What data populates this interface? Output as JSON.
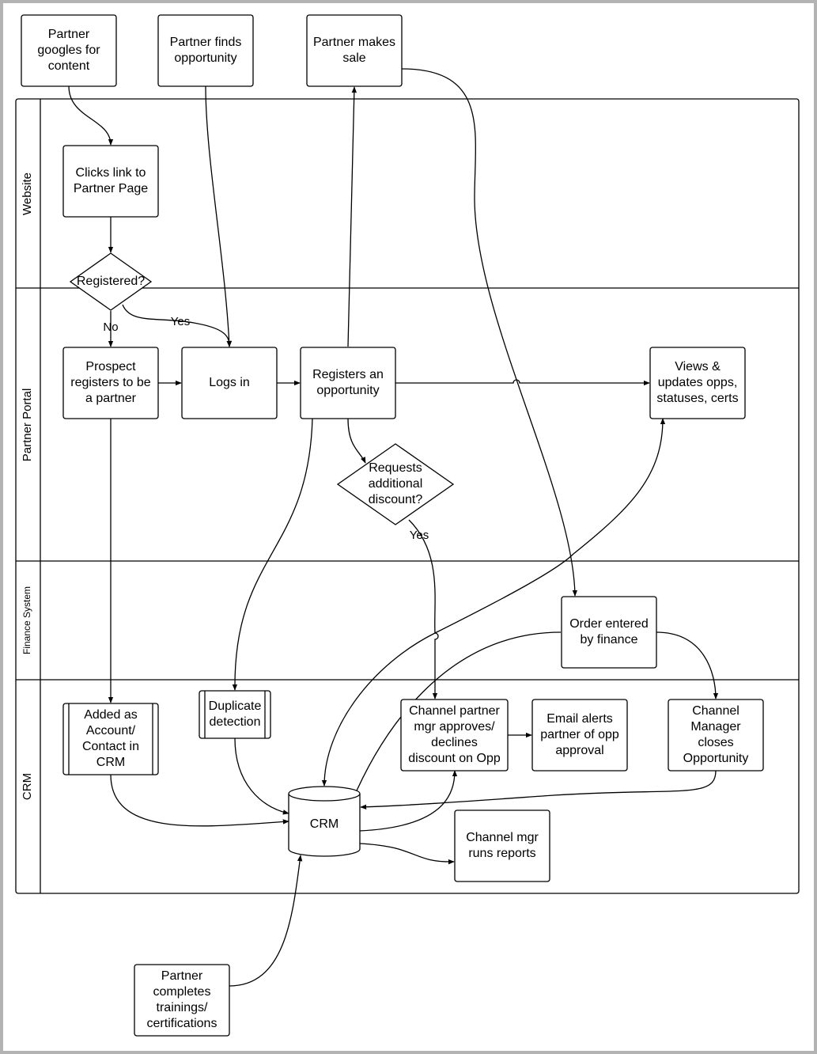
{
  "lanes": [
    {
      "id": "website",
      "label": "Website"
    },
    {
      "id": "portal",
      "label": "Partner Portal"
    },
    {
      "id": "finance",
      "label": "Finance System"
    },
    {
      "id": "crm",
      "label": "CRM"
    }
  ],
  "nodes": [
    {
      "id": "googles",
      "shape": "process",
      "lines": [
        "Partner",
        "googles for",
        "content"
      ]
    },
    {
      "id": "finds",
      "shape": "process",
      "lines": [
        "Partner finds",
        "opportunity"
      ]
    },
    {
      "id": "sale",
      "shape": "process",
      "lines": [
        "Partner makes",
        "sale"
      ]
    },
    {
      "id": "clicks",
      "shape": "process",
      "lines": [
        "Clicks link to",
        "Partner Page"
      ]
    },
    {
      "id": "registered",
      "shape": "decision",
      "lines": [
        "Registered?"
      ]
    },
    {
      "id": "prospect",
      "shape": "process",
      "lines": [
        "Prospect",
        "registers to be",
        "a partner"
      ]
    },
    {
      "id": "logs",
      "shape": "process",
      "lines": [
        "Logs in"
      ]
    },
    {
      "id": "regopp",
      "shape": "process",
      "lines": [
        "Registers an",
        "opportunity"
      ]
    },
    {
      "id": "views",
      "shape": "process",
      "lines": [
        "Views &",
        "updates opps,",
        "statuses, certs"
      ]
    },
    {
      "id": "requests",
      "shape": "decision",
      "lines": [
        "Requests",
        "additional",
        "discount?"
      ]
    },
    {
      "id": "order",
      "shape": "process",
      "lines": [
        "Order entered",
        "by finance"
      ]
    },
    {
      "id": "added",
      "shape": "subprocess",
      "lines": [
        "Added as",
        "Account/",
        "Contact in",
        "CRM"
      ]
    },
    {
      "id": "dup",
      "shape": "subprocess",
      "lines": [
        "Duplicate",
        "detection"
      ]
    },
    {
      "id": "cpm",
      "shape": "process",
      "lines": [
        "Channel partner",
        "mgr approves/",
        "declines",
        "discount on Opp"
      ]
    },
    {
      "id": "email",
      "shape": "process",
      "lines": [
        "Email alerts",
        "partner of opp",
        "approval"
      ]
    },
    {
      "id": "closes",
      "shape": "process",
      "lines": [
        "Channel",
        "Manager",
        "closes",
        "Opportunity"
      ]
    },
    {
      "id": "crmdb",
      "shape": "database",
      "lines": [
        "CRM"
      ]
    },
    {
      "id": "reports",
      "shape": "process",
      "lines": [
        "Channel mgr",
        "runs reports"
      ]
    },
    {
      "id": "trainings",
      "shape": "process",
      "lines": [
        "Partner",
        "completes",
        "trainings/",
        "certifications"
      ]
    }
  ],
  "edges": [
    {
      "from": "googles",
      "to": "clicks",
      "label": ""
    },
    {
      "from": "clicks",
      "to": "registered",
      "label": ""
    },
    {
      "from": "registered",
      "to": "prospect",
      "label": "No"
    },
    {
      "from": "registered",
      "to": "logs",
      "label": "Yes"
    },
    {
      "from": "finds",
      "to": "logs",
      "label": ""
    },
    {
      "from": "prospect",
      "to": "logs",
      "label": ""
    },
    {
      "from": "logs",
      "to": "regopp",
      "label": ""
    },
    {
      "from": "regopp",
      "to": "sale",
      "label": ""
    },
    {
      "from": "regopp",
      "to": "views",
      "label": ""
    },
    {
      "from": "regopp",
      "to": "requests",
      "label": ""
    },
    {
      "from": "regopp",
      "to": "dup",
      "label": ""
    },
    {
      "from": "requests",
      "to": "cpm",
      "label": "Yes"
    },
    {
      "from": "sale",
      "to": "order",
      "label": ""
    },
    {
      "from": "order",
      "to": "crmdb",
      "label": ""
    },
    {
      "from": "order",
      "to": "closes",
      "label": ""
    },
    {
      "from": "prospect",
      "to": "added",
      "label": ""
    },
    {
      "from": "added",
      "to": "crmdb",
      "label": ""
    },
    {
      "from": "dup",
      "to": "crmdb",
      "label": ""
    },
    {
      "from": "cpm",
      "to": "email",
      "label": ""
    },
    {
      "from": "crmdb",
      "to": "cpm",
      "label": ""
    },
    {
      "from": "closes",
      "to": "crmdb",
      "label": ""
    },
    {
      "from": "crmdb",
      "to": "reports",
      "label": ""
    },
    {
      "from": "trainings",
      "to": "crmdb",
      "label": ""
    },
    {
      "from": "crmdb",
      "to": "views",
      "label": ""
    }
  ]
}
